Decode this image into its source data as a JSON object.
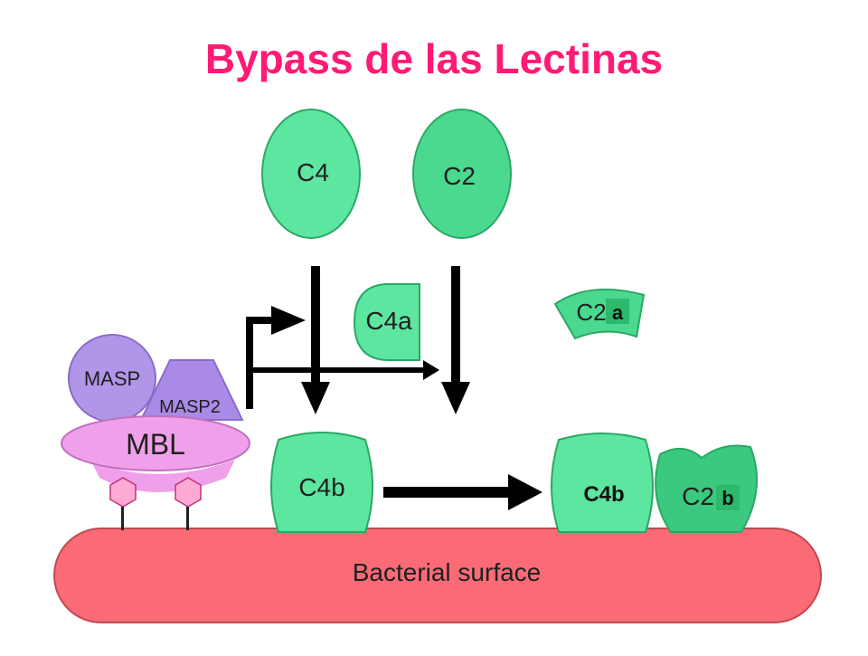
{
  "title": "Bypass de las Lectinas",
  "colors": {
    "title": "#ff1a75",
    "green_light": "#5ce6a0",
    "green_mid": "#4ad98e",
    "green_dark": "#3ac97e",
    "purple": "#b095e8",
    "masp2_purple": "#a98ae6",
    "mbl_pink": "#f0a0ea",
    "receptor_pink": "#ffaad4",
    "surface_red": "#fa6b76",
    "overlay_green": "#2eb86c",
    "arrow": "#000000"
  },
  "labels": {
    "c4": "C4",
    "c2": "C2",
    "c4a": "C4a",
    "c2a": "C2",
    "c2a_suffix": "a",
    "masp": "MASP",
    "masp2": "MASP2",
    "mbl": "MBL",
    "c4b_left": "C4b",
    "c4b_complex": "C4b",
    "c2b": "C2",
    "c2b_suffix": "b",
    "surface": "Bacterial surface"
  }
}
